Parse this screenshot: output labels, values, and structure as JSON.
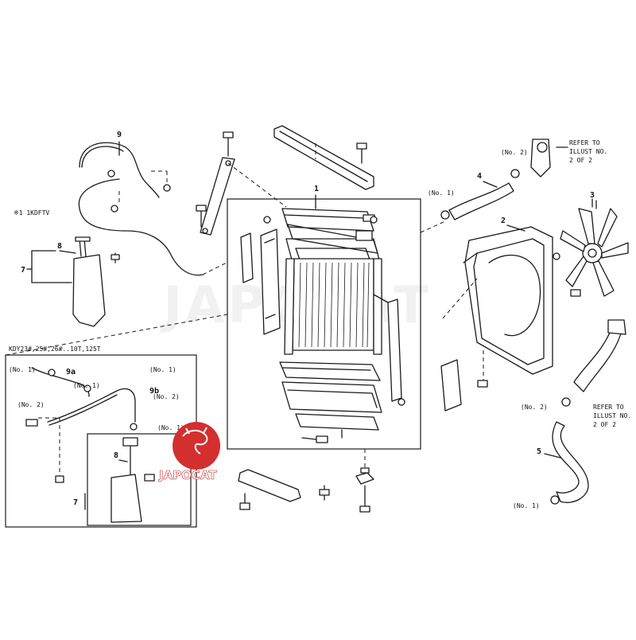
{
  "watermark": "JAPOCAT",
  "logo": {
    "text": "JAPOCAT",
    "color": "#d32f2f"
  },
  "notes": {
    "engine_note": "※1 1KDFTV",
    "variant_note": "KDY23#,25#,26#..10T,125T",
    "refer_top": [
      "REFER TO",
      "ILLUST NO.",
      "2 OF 2"
    ],
    "refer_bottom": [
      "REFER TO",
      "ILLUST NO.",
      "2 OF 2"
    ]
  },
  "callouts": {
    "n1": "1",
    "n2": "2",
    "n3": "3",
    "n4": "4",
    "n5": "5",
    "n7a": "7",
    "n8a": "8",
    "n9": "9",
    "n9a": "9a",
    "n9b": "9b",
    "n7b": "7",
    "n8b": "8"
  },
  "clamp_labels": {
    "no2_fan": "(No. 2)",
    "no1_hose4": "(No. 1)",
    "no2_hose5": "(No. 2)",
    "no1_hose5": "(No. 1)",
    "inset_no1_left": "(No. 1)",
    "inset_no1_right": "(No. 1)",
    "inset_no2_9b": "(No. 2)",
    "inset_no1_mid": "(No. 1)",
    "inset_no2_left": "(No. 2)",
    "inset_no1_tank": "(No. 1)"
  }
}
